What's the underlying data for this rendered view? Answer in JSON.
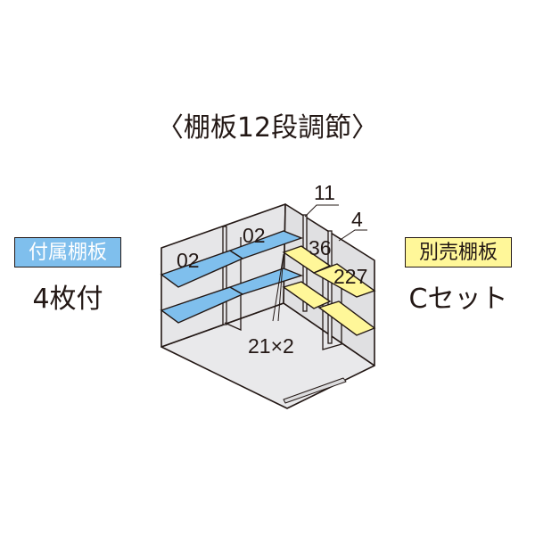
{
  "title": "〈棚板12段調節〉",
  "included_shelves": {
    "badge": "付属棚板",
    "count": "4枚付",
    "color": "#7fbfed"
  },
  "optional_shelves": {
    "badge": "別売棚板",
    "set": "Cセット",
    "color": "#fff799"
  },
  "diagram": {
    "labels": {
      "left_shelf": "02",
      "middle_shelf": "02",
      "top_callout": "11",
      "right_callout": "4",
      "yellow_upper": "36",
      "yellow_right": "227",
      "bottom_callout": "21×2"
    },
    "colors": {
      "wall": "#e6e6e8",
      "floor": "#e9e9eb",
      "outline": "#231815",
      "blue_shelf": "#7fbfed",
      "yellow_shelf": "#fff799"
    }
  }
}
